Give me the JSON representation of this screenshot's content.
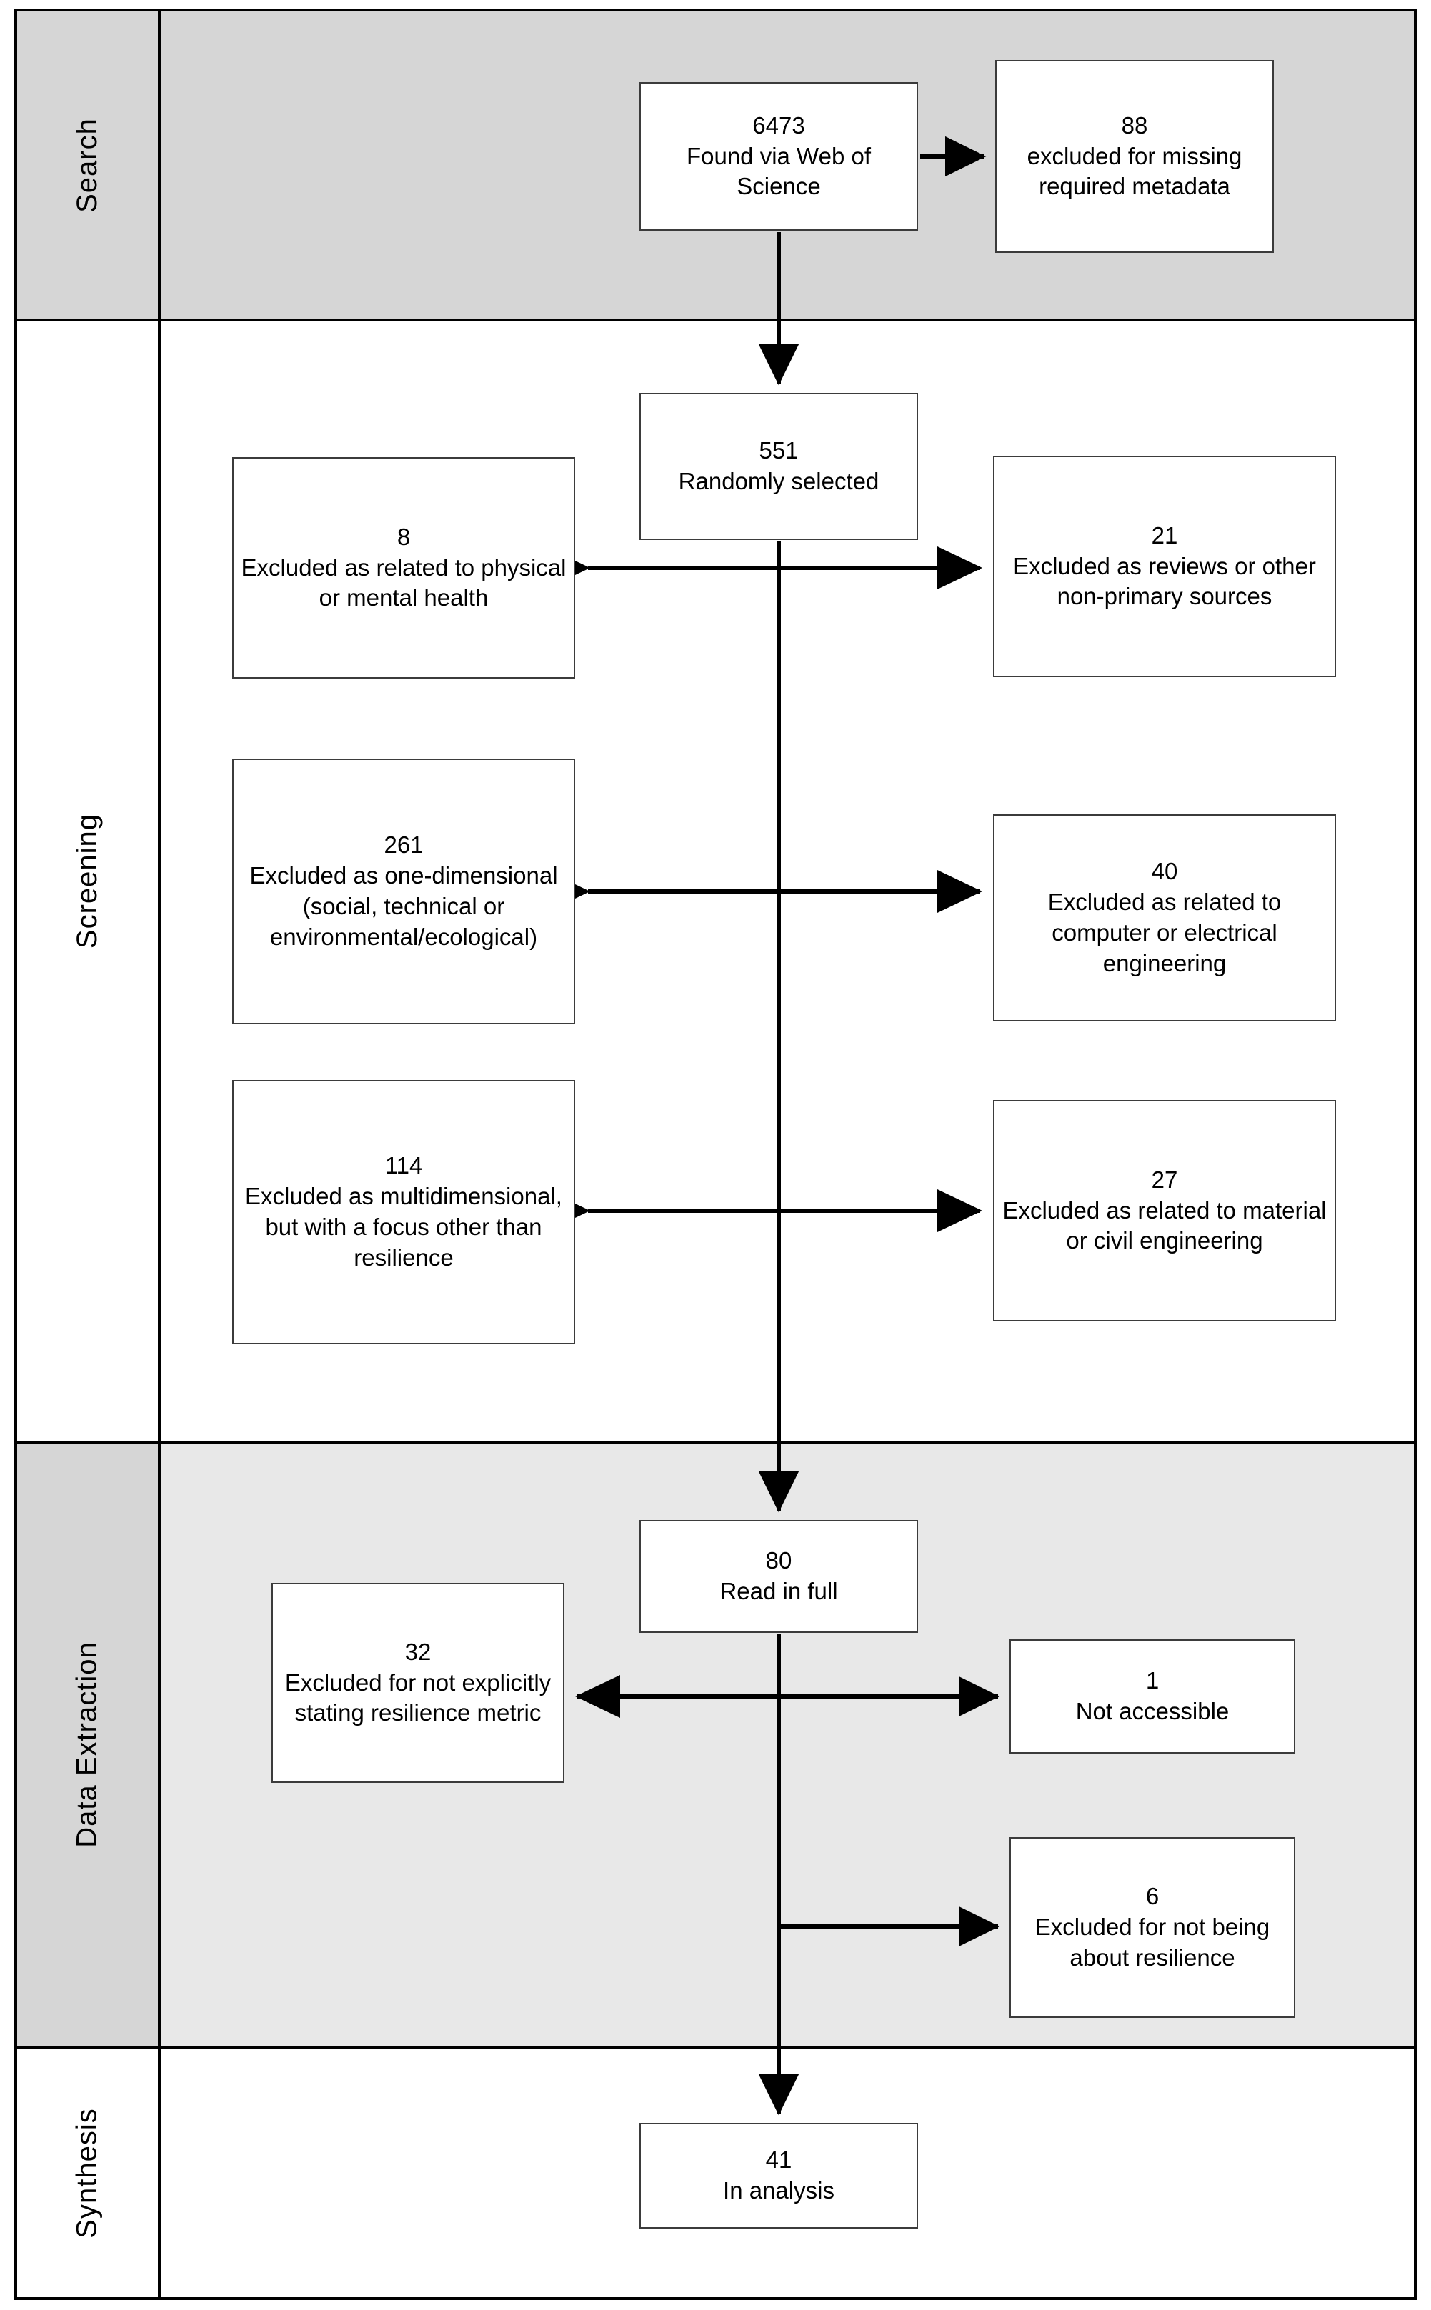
{
  "diagram": {
    "type": "prisma-flowchart",
    "sections": [
      {
        "id": "search",
        "label": "Search"
      },
      {
        "id": "screening",
        "label": "Screening"
      },
      {
        "id": "data-extraction",
        "label": "Data Extraction"
      },
      {
        "id": "synthesis",
        "label": "Synthesis"
      }
    ],
    "nodes": {
      "found": {
        "count": "6473",
        "text": "Found via Web of Science"
      },
      "metadata": {
        "count": "88",
        "text": "excluded for missing required metadata"
      },
      "randomly": {
        "count": "551",
        "text": "Randomly selected"
      },
      "health": {
        "count": "8",
        "text": "Excluded as related to physical or mental health"
      },
      "reviews": {
        "count": "21",
        "text": "Excluded as reviews or other non-primary sources"
      },
      "onedim": {
        "count": "261",
        "text": "Excluded as one-dimensional (social, technical or environmental/ecological)"
      },
      "compeng": {
        "count": "40",
        "text": "Excluded as related to computer or electrical engineering"
      },
      "multidim": {
        "count": "114",
        "text": "Excluded as multidimensional, but with a focus other than resilience"
      },
      "civileng": {
        "count": "27",
        "text": "Excluded as related to material or civil engineering"
      },
      "readfull": {
        "count": "80",
        "text": "Read in full"
      },
      "nometric": {
        "count": "32",
        "text": "Excluded for not explicitly stating resilience metric"
      },
      "inaccessible": {
        "count": "1",
        "text": "Not accessible"
      },
      "notresil": {
        "count": "6",
        "text": "Excluded for not being about resilience"
      },
      "inanalysis": {
        "count": "41",
        "text": "In analysis"
      }
    },
    "colors": {
      "section_shade_dark": "#d6d6d6",
      "section_shade_light": "#e8e8e8",
      "box_fill": "#ffffff",
      "box_border": "#3b3b3b",
      "line": "#000000"
    }
  }
}
